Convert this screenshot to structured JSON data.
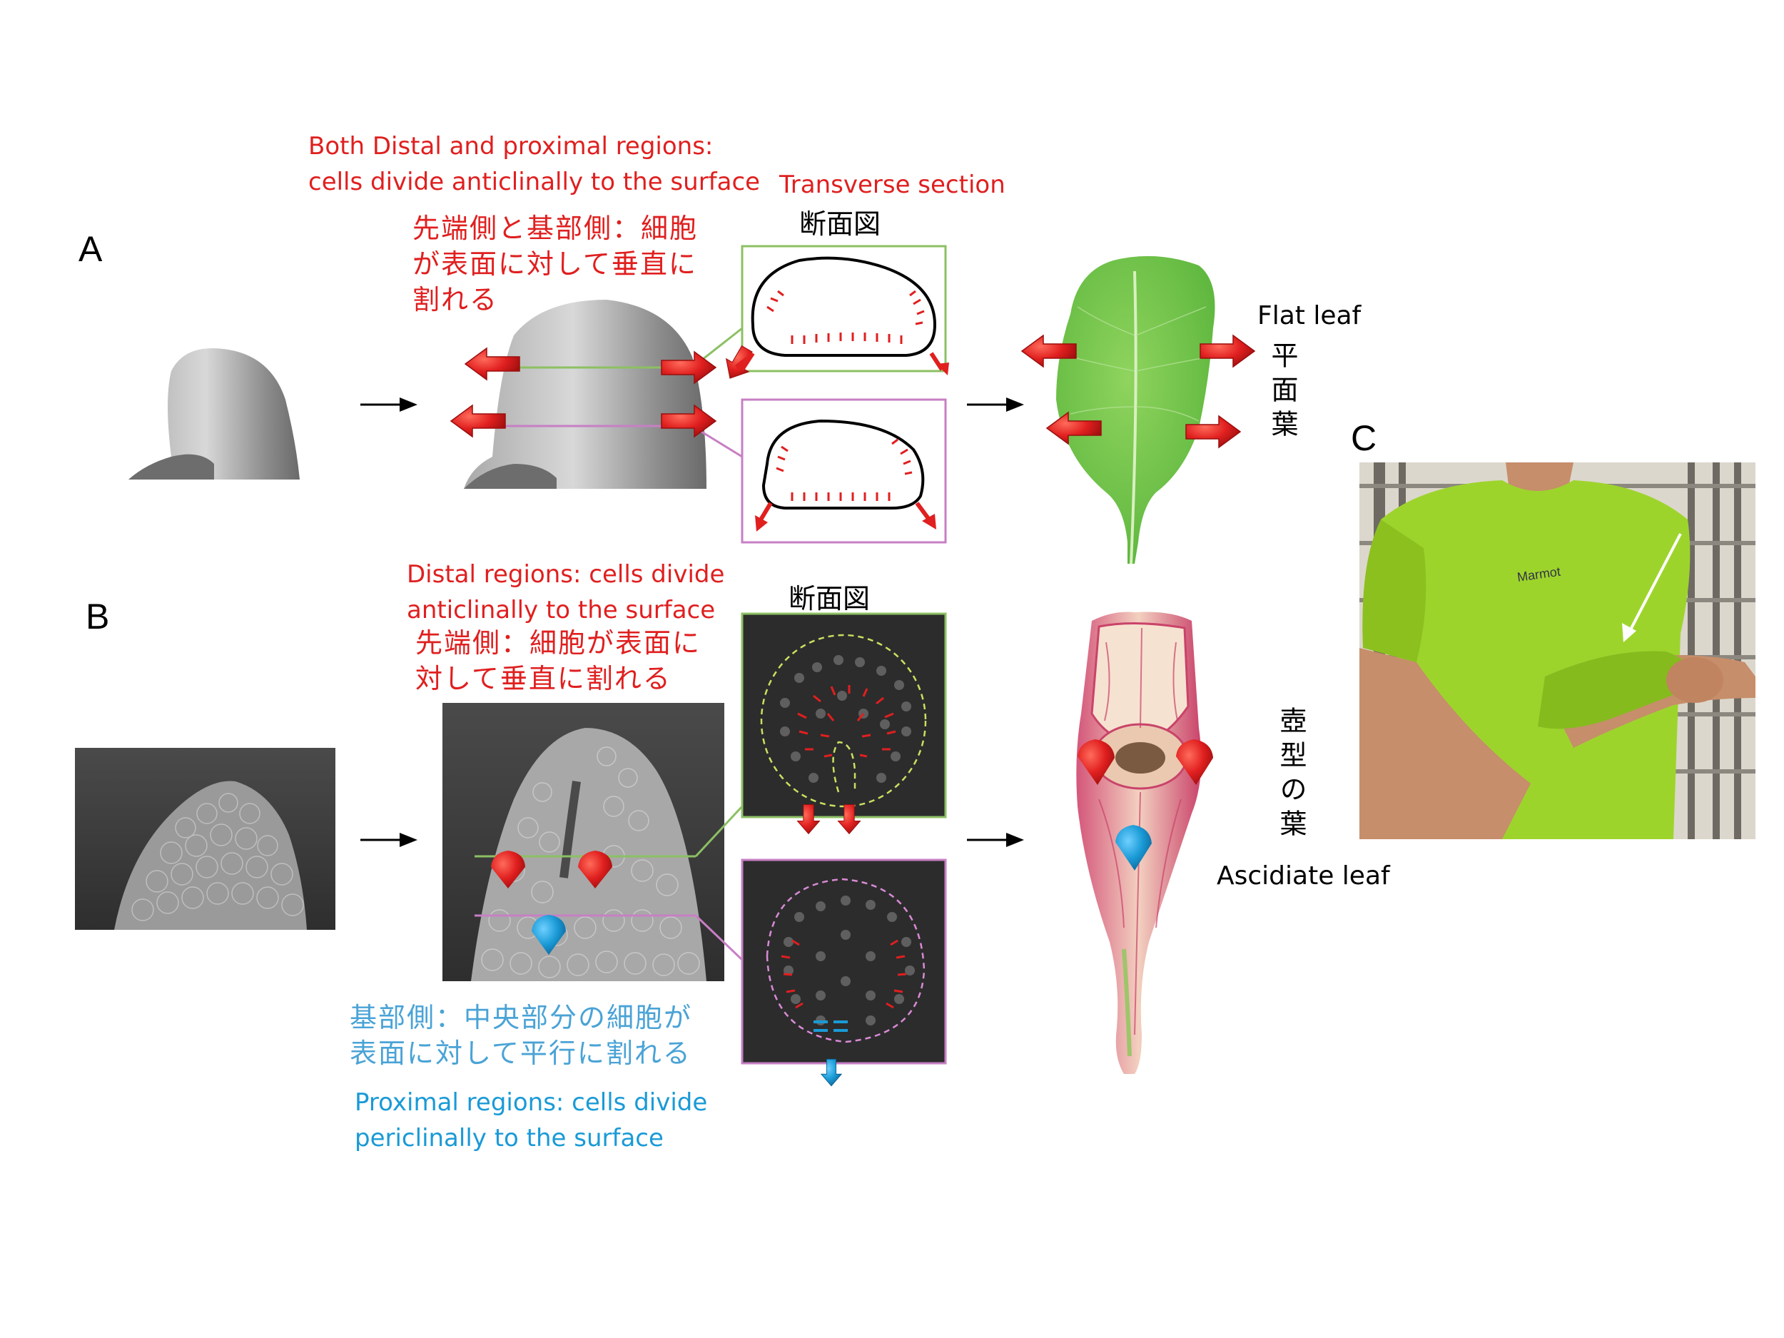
{
  "panels": {
    "a": "A",
    "b": "B",
    "c": "C"
  },
  "panel_a": {
    "heading_en_line1": "Both Distal and proximal regions:",
    "heading_en_line2": "cells divide anticlinally to the surface",
    "heading_jp_line1": "先端側と基部側：細胞",
    "heading_jp_line2": "が表面に対して垂直に",
    "heading_jp_line3": "割れる",
    "section_en": "Transverse section",
    "section_jp": "断面図",
    "result_en": "Flat leaf",
    "result_jp": "平面葉"
  },
  "panel_b": {
    "distal_en_line1": "Distal regions: cells divide",
    "distal_en_line2": "anticlinally to the surface",
    "distal_jp_line1": "先端側：細胞が表面に",
    "distal_jp_line2": "対して垂直に割れる",
    "section_jp": "断面図",
    "proximal_jp_line1": "基部側：中央部分の細胞が",
    "proximal_jp_line2": "表面に対して平行に割れる",
    "proximal_en_line1": "Proximal regions: cells divide",
    "proximal_en_line2": "periclinally to the surface",
    "result_jp": "壺型の葉",
    "result_en": "Ascidiate leaf"
  },
  "panel_c": {
    "shirt_logo": "Marmot"
  },
  "colors": {
    "red": "#e01f1f",
    "blue": "#1a9ad6",
    "green_line": "#8cc063",
    "pink_line": "#c77fc4",
    "leaf_green": "#6cc24a",
    "shirt_green": "#9dd42c"
  }
}
